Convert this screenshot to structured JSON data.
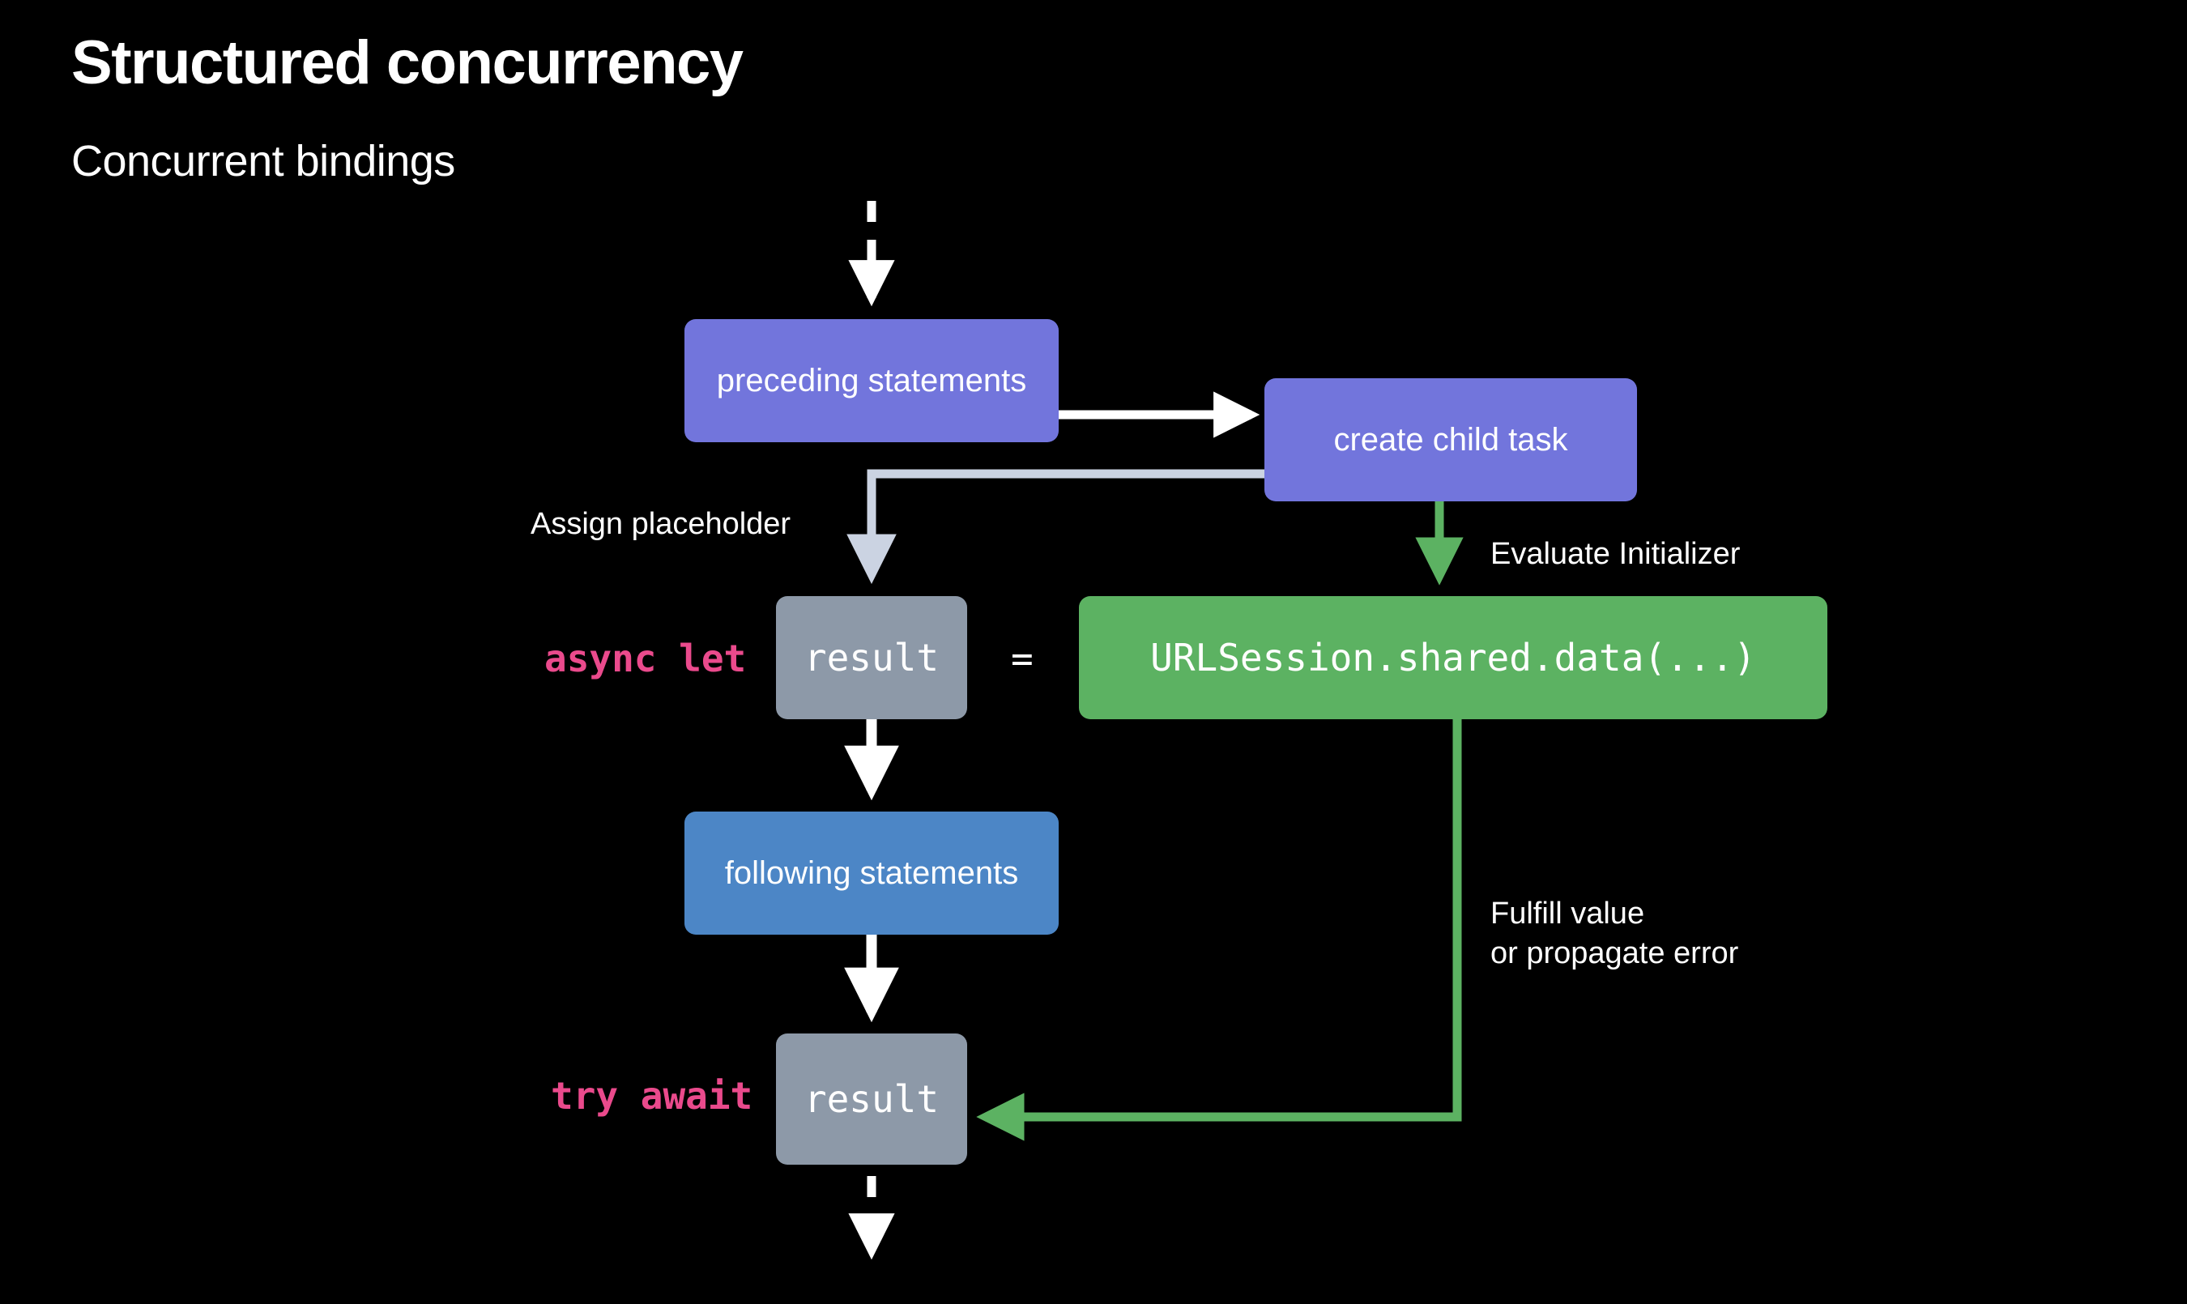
{
  "slide": {
    "background_color": "#000000",
    "title": "Structured concurrency",
    "subtitle": "Concurrent bindings"
  },
  "palette": {
    "purple": "#7275DC",
    "green": "#5CB262",
    "gray": "#8D99A8",
    "blue": "#4C86C6",
    "pink_keyword": "#EA4A8C",
    "white": "#FFFFFF",
    "light_gray_edge": "#CBD3E2"
  },
  "diagram": {
    "nodes": [
      {
        "id": "preceding",
        "label": "preceding statements",
        "color": "#7275DC"
      },
      {
        "id": "create_child",
        "label": "create child task",
        "color": "#7275DC"
      },
      {
        "id": "result_top",
        "label": "result",
        "color": "#8D99A8"
      },
      {
        "id": "initializer",
        "label": "URLSession.shared.data(...)",
        "color": "#5CB262"
      },
      {
        "id": "following",
        "label": "following statements",
        "color": "#4C86C6"
      },
      {
        "id": "result_bottom",
        "label": "result",
        "color": "#8D99A8"
      }
    ],
    "keywords": {
      "async_let": "async let",
      "try_await": "try await",
      "equals": "="
    },
    "edge_labels": {
      "assign_placeholder": "Assign placeholder",
      "evaluate_initializer": "Evaluate Initializer",
      "fulfill_line1": "Fulfill value",
      "fulfill_line2": "or propagate error"
    }
  }
}
